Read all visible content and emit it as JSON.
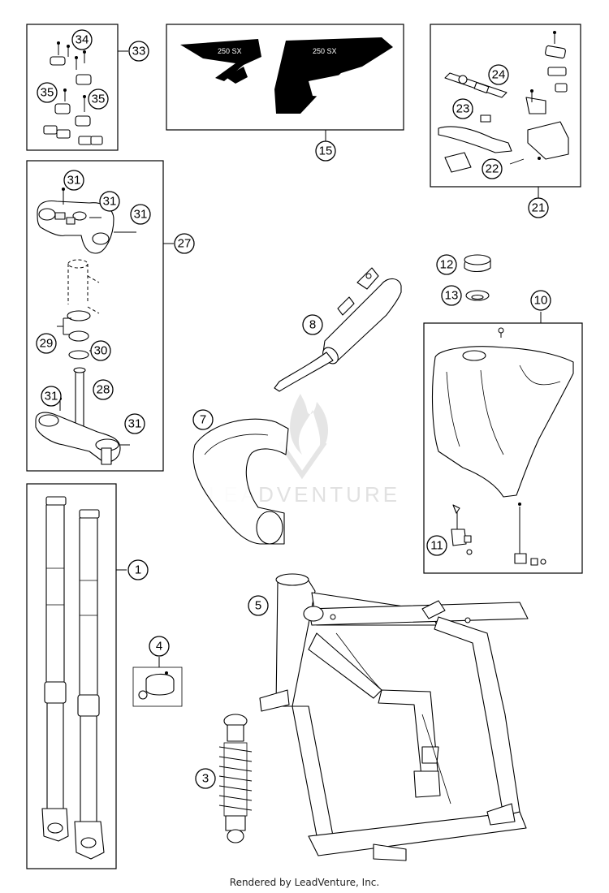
{
  "callouts": {
    "c1": "1",
    "c3": "3",
    "c4": "4",
    "c5": "5",
    "c7": "7",
    "c8": "8",
    "c10": "10",
    "c11": "11",
    "c12": "12",
    "c13": "13",
    "c15": "15",
    "c21": "21",
    "c22": "22",
    "c23": "23",
    "c24": "24",
    "c27": "27",
    "c28": "28",
    "c29": "29",
    "c30": "30",
    "c31a": "31",
    "c31b": "31",
    "c31c": "31",
    "c31d": "31",
    "c31e": "31",
    "c33": "33",
    "c34": "34",
    "c35a": "35",
    "c35b": "35"
  },
  "decal_text": "250 SX",
  "watermark": {
    "brand": "LEADVENTURE",
    "color": "#c9c9c9"
  },
  "footer": {
    "text": "Rendered by LeadVenture, Inc."
  }
}
